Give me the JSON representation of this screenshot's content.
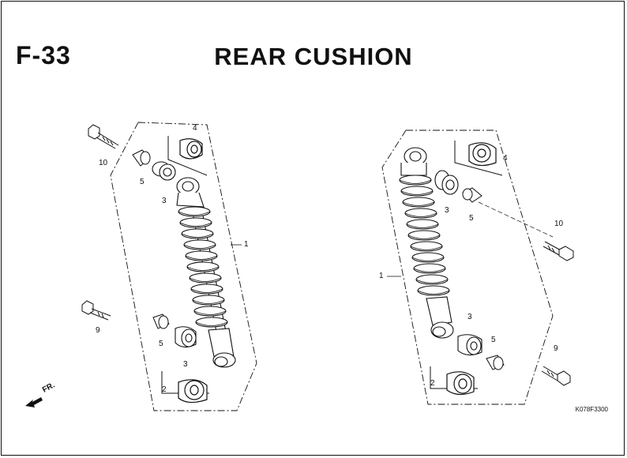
{
  "header": {
    "section_code": "F-33",
    "title": "REAR CUSHION"
  },
  "direction": {
    "label": "FR."
  },
  "callouts": {
    "left_10": "10",
    "left_4": "4",
    "left_5_top": "5",
    "left_3_top": "3",
    "left_1": "1",
    "left_9": "9",
    "left_5_bottom": "5",
    "left_3_bottom": "3",
    "left_2": "2",
    "right_4": "4",
    "right_3_top": "3",
    "right_5_top": "5",
    "right_10": "10",
    "right_1": "1",
    "right_3_bottom": "3",
    "right_5_bottom": "5",
    "right_9": "9",
    "right_2": "2"
  },
  "drawing_code": "K078F3300"
}
